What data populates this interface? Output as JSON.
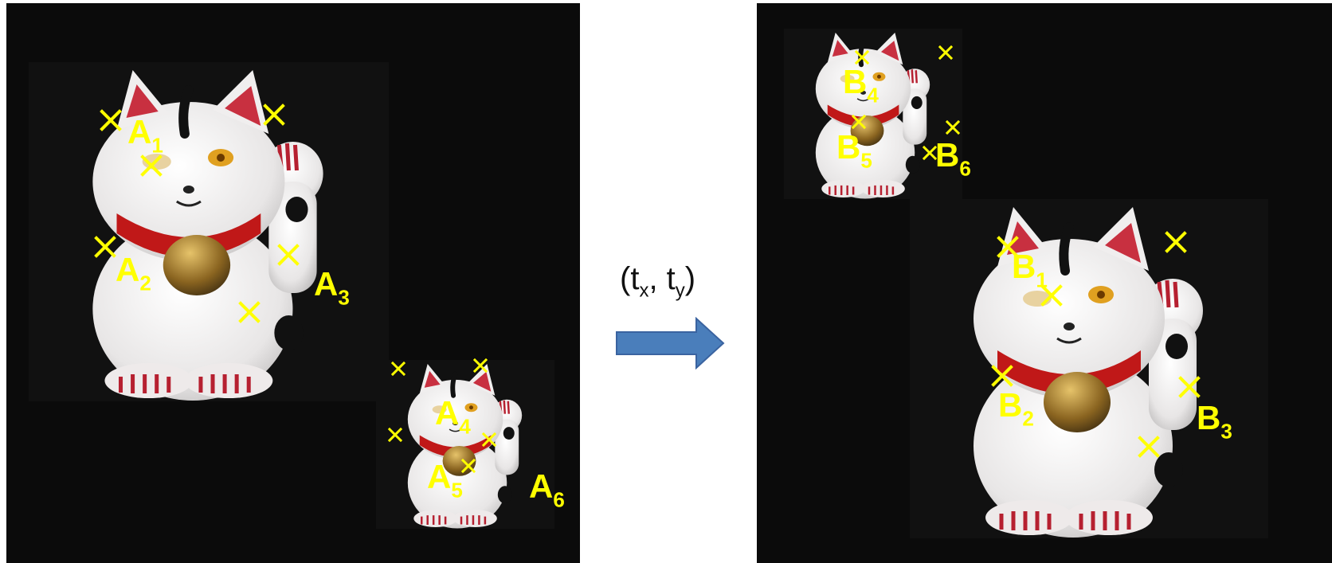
{
  "transform": {
    "open": "(t",
    "x": "x",
    "mid": ", t",
    "y": "y",
    "close": ")"
  },
  "labels": {
    "A1": {
      "base": "A",
      "sub": "1"
    },
    "A2": {
      "base": "A",
      "sub": "2"
    },
    "A3": {
      "base": "A",
      "sub": "3"
    },
    "A4": {
      "base": "A",
      "sub": "4"
    },
    "A5": {
      "base": "A",
      "sub": "5"
    },
    "A6": {
      "base": "A",
      "sub": "6"
    },
    "B1": {
      "base": "B",
      "sub": "1"
    },
    "B2": {
      "base": "B",
      "sub": "2"
    },
    "B3": {
      "base": "B",
      "sub": "3"
    },
    "B4": {
      "base": "B",
      "sub": "4"
    },
    "B5": {
      "base": "B",
      "sub": "5"
    },
    "B6": {
      "base": "B",
      "sub": "6"
    }
  },
  "colors": {
    "marker": "#ffff00",
    "arrow": "#4a7ebb",
    "arrow_stroke": "#3a63a0",
    "background": "#0b0b0b"
  },
  "icons": {
    "marker": "x-marker-icon",
    "arrow": "right-arrow-icon",
    "figurine": "lucky-cat-figurine"
  }
}
